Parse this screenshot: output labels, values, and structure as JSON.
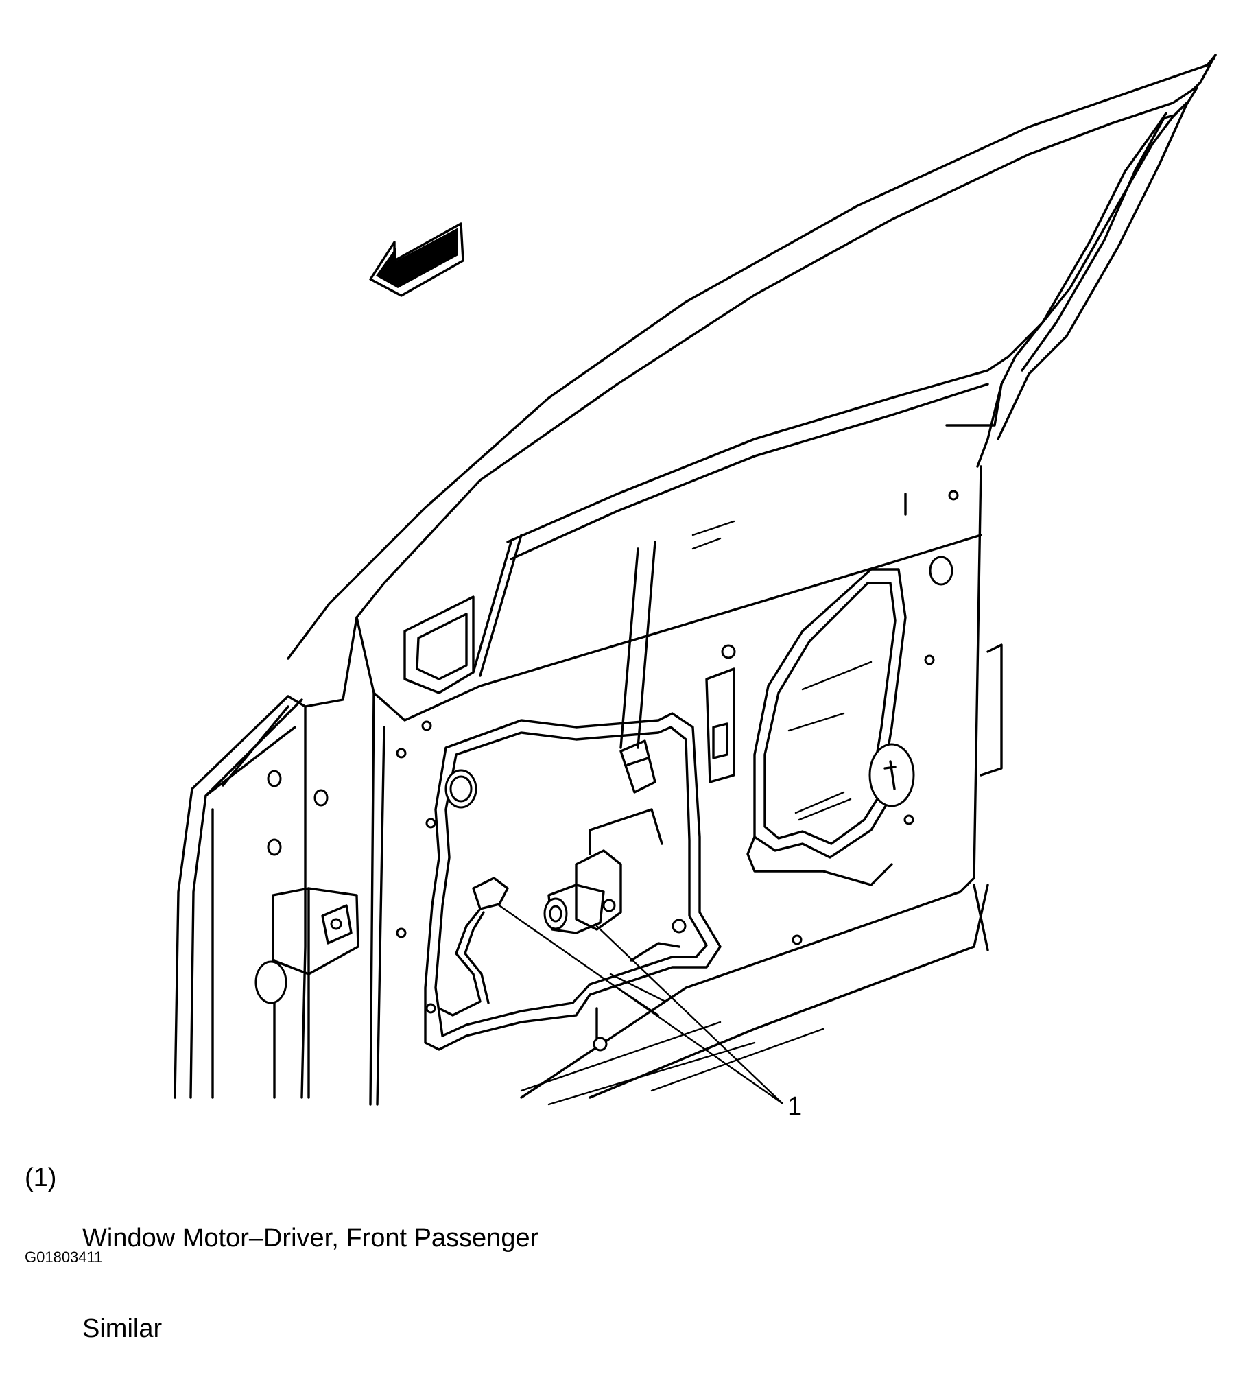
{
  "diagram": {
    "callout": {
      "number": "1"
    },
    "legend": {
      "number": "(1)",
      "line1": "Window Motor–Driver, Front Passenger",
      "line2": "Similar"
    },
    "figure_id": "G01803411",
    "icons": [
      "forward-direction-arrow-icon"
    ]
  }
}
